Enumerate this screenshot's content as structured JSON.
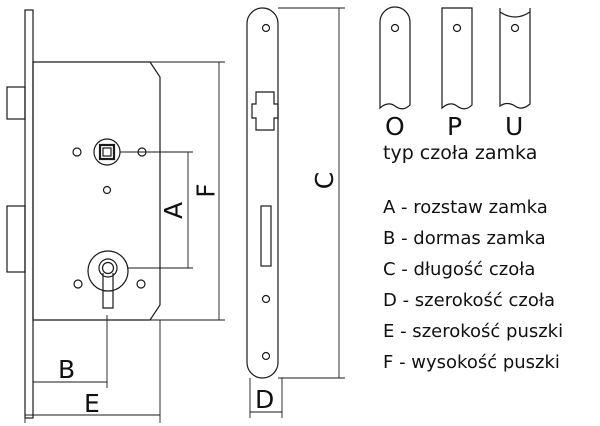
{
  "dimension_letters": {
    "A": "A",
    "B": "B",
    "C": "C",
    "D": "D",
    "E": "E",
    "F": "F"
  },
  "faceplate_types": [
    {
      "code": "O"
    },
    {
      "code": "P"
    },
    {
      "code": "U"
    }
  ],
  "caption": "typ czoła zamka",
  "legend": [
    "A - rozstaw zamka",
    "B - dormas zamka",
    "C - długość czoła",
    "D - szerokość czoła",
    "E - szerokość puszki",
    "F - wysokość puszki"
  ],
  "colors": {
    "line": "#1a1a1a",
    "background": "#ffffff"
  }
}
